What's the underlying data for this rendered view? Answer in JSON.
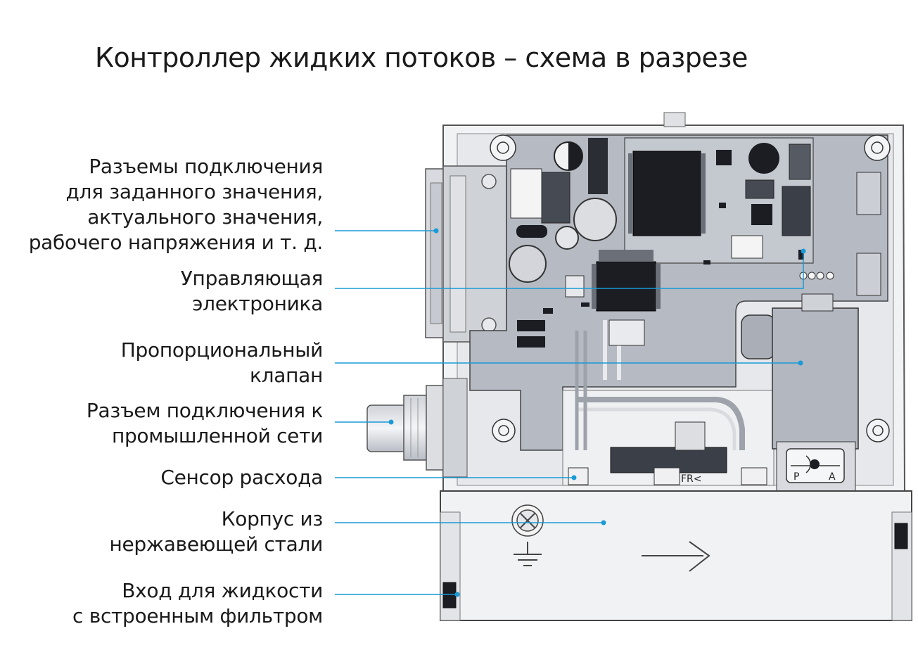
{
  "title": "Контроллер жидких потоков – схема в разрезе",
  "accent_color": "#1a9ad6",
  "labels": [
    {
      "id": "connectors",
      "lines": [
        "Разъемы подключения",
        "для заданного значения,",
        "актуального значения,",
        "рабочего напряжения и т. д."
      ]
    },
    {
      "id": "electronics",
      "lines": [
        "Управляющая",
        "электроника"
      ]
    },
    {
      "id": "valve",
      "lines": [
        "Пропорциональный",
        "клапан"
      ]
    },
    {
      "id": "fieldbus",
      "lines": [
        "Разъем подключения к",
        "промышленной сети"
      ]
    },
    {
      "id": "sensor",
      "lines": [
        "Сенсор расхода"
      ]
    },
    {
      "id": "housing",
      "lines": [
        "Корпус из",
        "нержавеющей стали"
      ]
    },
    {
      "id": "inlet",
      "lines": [
        "Вход для жидкости",
        "с встроенным фильтром"
      ]
    }
  ],
  "device": {
    "valve_marks": {
      "p": "P",
      "a": "A"
    },
    "sensor_mark": "FR<"
  }
}
